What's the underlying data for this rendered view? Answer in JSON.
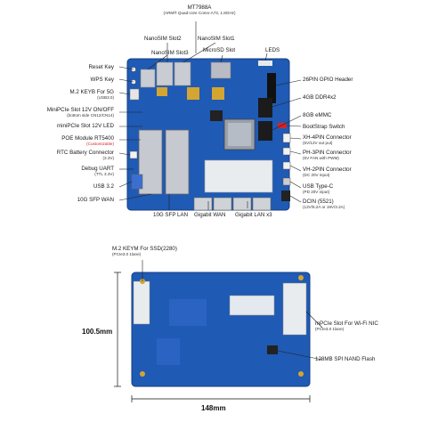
{
  "top_board": {
    "callouts_top": [
      {
        "title": "MT7988A",
        "sub": "(ARM® Quad-core Corex-A73, 1.8GHz)"
      },
      {
        "title": "NanoSIM Slot2"
      },
      {
        "title": "NanoSIM Slot1"
      },
      {
        "title": "NanoSIM Slot3"
      },
      {
        "title": "MicroSD Slot"
      },
      {
        "title": "LEDS"
      }
    ],
    "callouts_left": [
      {
        "title": "Reset Key"
      },
      {
        "title": "WPS Key"
      },
      {
        "title": "M.2 KEYB For 5G",
        "sub": "(USB3.0)"
      },
      {
        "title": "MiniPCIe Slot 12V ON/OFF",
        "sub": "(bottom side CN12/CN14)"
      },
      {
        "title": "miniPCIe Slot 12V LED"
      },
      {
        "title": "POE Module RT5400",
        "sub": "(Customizable)",
        "sub_red": true
      },
      {
        "title": "RTC Battery Connector",
        "sub": "(3.3V)"
      },
      {
        "title": "Debug UART",
        "sub": "(TTL 3.3V)"
      },
      {
        "title": "USB 3.2"
      },
      {
        "title": "10G SFP WAN"
      }
    ],
    "callouts_right": [
      {
        "title": "26PIN GPIO Header"
      },
      {
        "title": "4GB DDR4x2"
      },
      {
        "title": "8GB eMMC"
      },
      {
        "title": "BootStrap Switch"
      },
      {
        "title": "XH-4PIN Connector",
        "sub": "(5V/12V out put)"
      },
      {
        "title": "PH-3PIN Connector",
        "sub": "(5V FAN with PWM)"
      },
      {
        "title": "VH-2PIN Connector",
        "sub": "(DC 20V input)"
      },
      {
        "title": "USB Type-C",
        "sub": "(PD 20V input)"
      },
      {
        "title": "DCIN (5521)",
        "sub": "(12V/5.2A or 19V/3.2A)"
      }
    ],
    "callouts_bottom": [
      {
        "title": "10G SFP LAN"
      },
      {
        "title": "Gigabit WAN"
      },
      {
        "title": "Gigabit LAN x3"
      }
    ]
  },
  "bottom_board": {
    "callouts_top": [
      {
        "title": "M.2 KEYM For SSD(2280)",
        "sub": "(PCIe3.0 1lane)"
      }
    ],
    "callouts_right": [
      {
        "title": "mPCIe Slot For Wi-Fi NIC",
        "sub": "(PCIe3.0 1lane)"
      },
      {
        "title": "128MB SPI NAND Flash"
      }
    ],
    "dimensions": {
      "height": "100.5mm",
      "width": "148mm"
    }
  },
  "colors": {
    "pcb": "#1f5ab4",
    "pcb_dark": "#173f86",
    "line": "#222222"
  }
}
